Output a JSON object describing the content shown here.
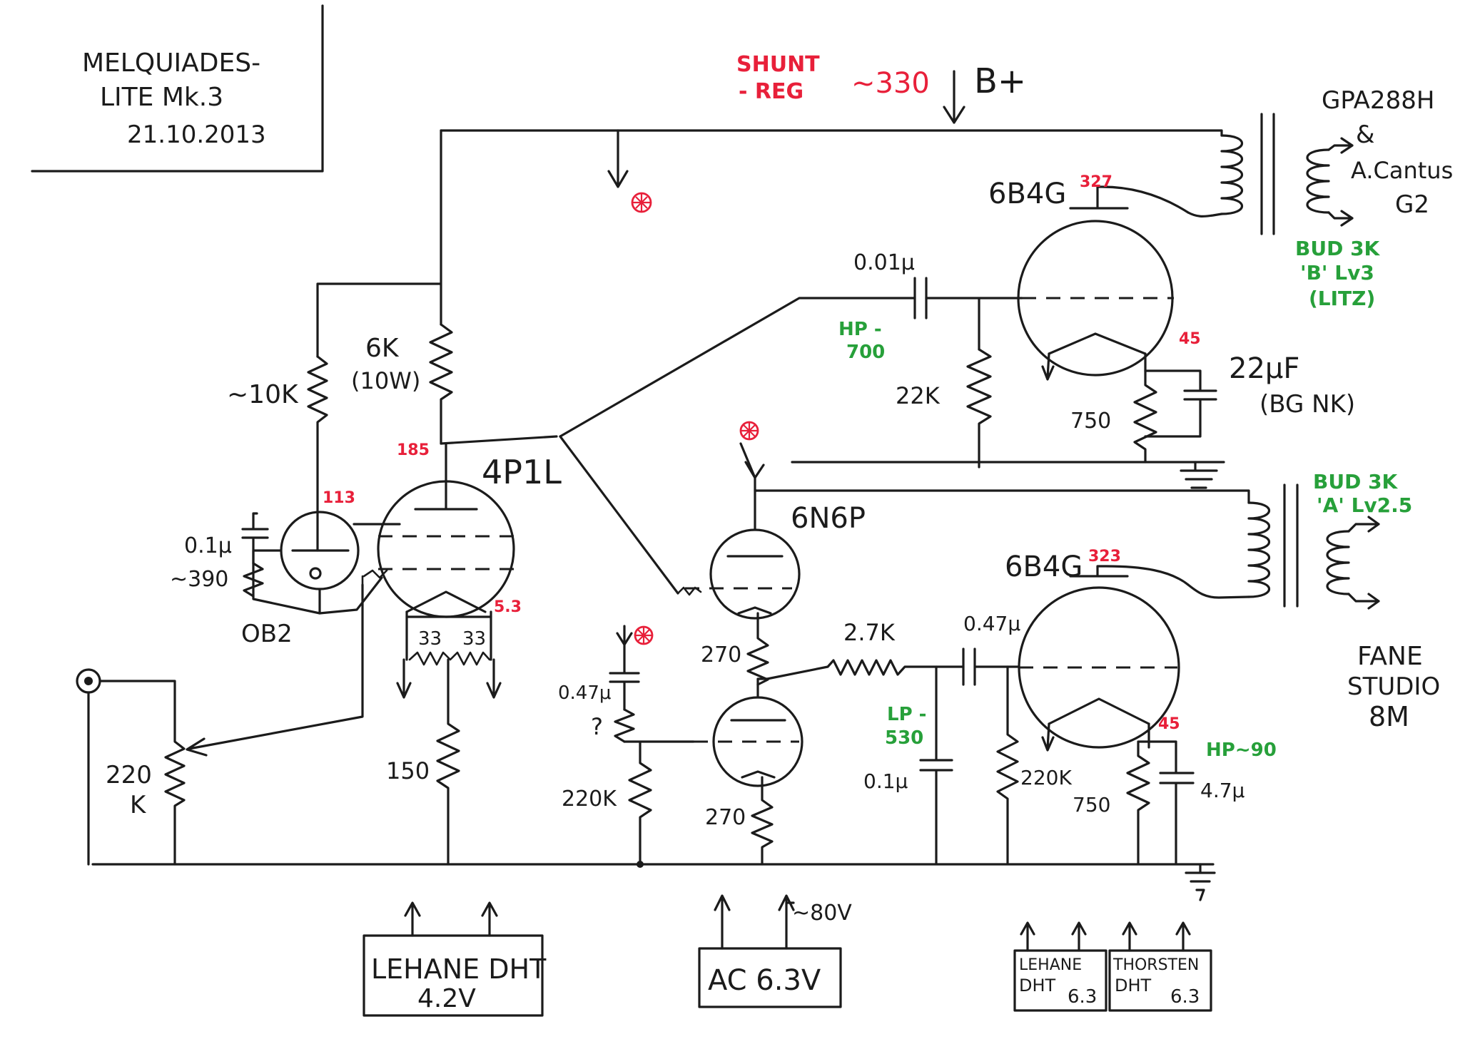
{
  "title": {
    "line1": "MELQUIADES-",
    "line2": "LITE Mk.3",
    "date": "21.10.2013"
  },
  "supply": {
    "shunt1": "SHUNT",
    "shunt2": "- REG",
    "voltage": "~330",
    "rail": "B+"
  },
  "tubes": {
    "t4p1l": "4P1L",
    "t6n6p": "6N6P",
    "t6b4g_top": "6B4G",
    "t6b4g_bot": "6B4G",
    "tob2": "OB2"
  },
  "output": {
    "top_trafo1": "GPA288H",
    "top_trafo2": "&",
    "top_trafo3": "A.Cantus",
    "top_trafo4": "G2",
    "bud_b1": "BUD 3K",
    "bud_b2": "'B' Lv3",
    "bud_b3": "(LITZ)",
    "bud_a1": "BUD 3K",
    "bud_a2": "'A' Lv2.5",
    "spk1": "FANE",
    "spk2": "STUDIO",
    "spk3": "8M"
  },
  "components": {
    "r10k": "~10K",
    "r6k": "6K",
    "r6k_w": "(10W)",
    "c01": "0.1μ",
    "r390": "~390",
    "r33a": "33",
    "r33b": "33",
    "r150": "150",
    "pot220": "220",
    "pot220k": "K",
    "c001": "0.01μ",
    "r22k": "22K",
    "r750a": "750",
    "c22": "22μF",
    "c22b": "(BG NK)",
    "hp700a": "HP -",
    "hp700b": "700",
    "c047a": "0.47μ",
    "q": "?",
    "r220ka": "220K",
    "r270a": "270",
    "r270b": "270",
    "r27k": "2.7K",
    "c047b": "0.47μ",
    "lp530a": "LP -",
    "lp530b": "530",
    "c01b": "0.1μ",
    "r220kb": "220K",
    "r750b": "750",
    "c47": "4.7μ",
    "hp90": "HP~90"
  },
  "voltages": {
    "v113": "113",
    "v185": "185",
    "v53": "5.3",
    "v327": "327",
    "v323": "323",
    "v45a": "45",
    "v45b": "45"
  },
  "psu": {
    "lehane1": "LEHANE DHT",
    "lehane2": "4.2V",
    "ac": "AC 6.3V",
    "v80": "~80V",
    "lehane_b1": "LEHANE",
    "lehane_b2": "DHT",
    "lehane_b3": "6.3",
    "thor1": "THORSTEN",
    "thor2": "DHT",
    "thor3": "6.3"
  }
}
